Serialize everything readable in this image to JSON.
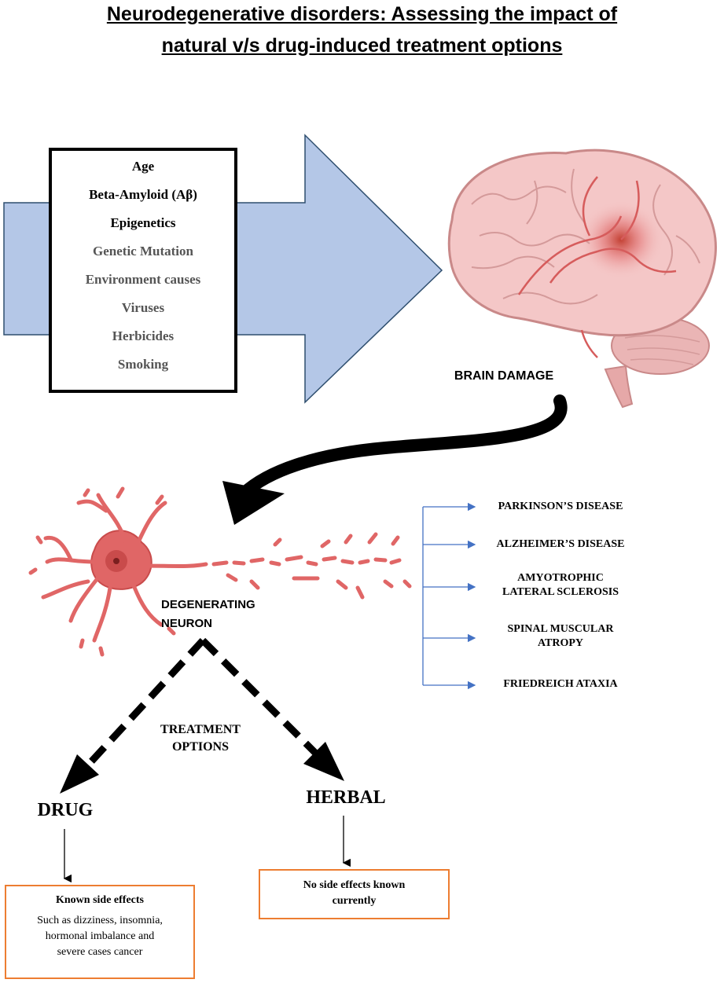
{
  "title": {
    "line1": "Neurodegenerative disorders: Assessing the impact of",
    "line2": "natural v/s drug-induced treatment options"
  },
  "risk_factors": [
    {
      "label": "Age",
      "color": "#000000"
    },
    {
      "label": "Beta-Amyloid (Aβ)",
      "color": "#000000"
    },
    {
      "label": "Epigenetics",
      "color": "#000000"
    },
    {
      "label": "Genetic Mutation",
      "color": "#555555"
    },
    {
      "label": "Environment causes",
      "color": "#555555"
    },
    {
      "label": "Viruses",
      "color": "#555555"
    },
    {
      "label": "Herbicides",
      "color": "#555555"
    },
    {
      "label": "Smoking",
      "color": "#555555"
    }
  ],
  "brain_label": "BRAIN DAMAGE",
  "neuron_label": {
    "line1": "DEGENERATING",
    "line2": "NEURON"
  },
  "diseases": [
    {
      "line1": "PARKINSON’S DISEASE",
      "line2": ""
    },
    {
      "line1": "ALZHEIMER’S DISEASE",
      "line2": ""
    },
    {
      "line1": "AMYOTROPHIC",
      "line2": "LATERAL SCLEROSIS"
    },
    {
      "line1": "SPINAL MUSCULAR",
      "line2": "ATROPY"
    },
    {
      "line1": "FRIEDREICH ATAXIA",
      "line2": ""
    }
  ],
  "treatment": {
    "line1": "TREATMENT",
    "line2": "OPTIONS"
  },
  "drug": {
    "label": "DRUG",
    "effect_title": "Known side effects",
    "effect_text1": "Such as dizziness, insomnia,",
    "effect_text2": "hormonal imbalance and",
    "effect_text3": "severe cases cancer"
  },
  "herbal": {
    "label": "HERBAL",
    "effect_line1": "No side effects known",
    "effect_line2": "currently"
  },
  "colors": {
    "arrow_fill": "#b4c7e7",
    "disease_arrow": "#4472c4",
    "box_border": "#ed7d31",
    "neuron": "#e06666",
    "brain": "#f4c7c7"
  }
}
